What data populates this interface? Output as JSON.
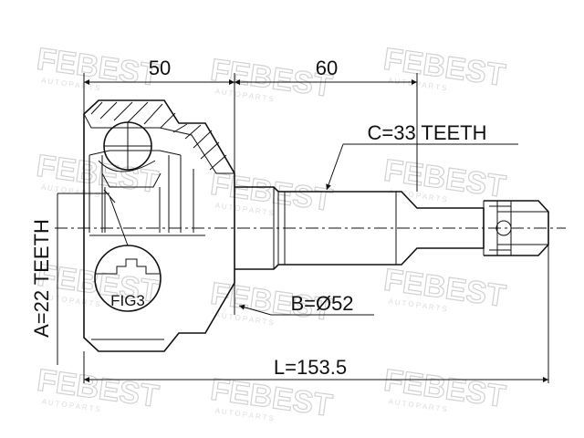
{
  "brand": {
    "watermark": "FEBEST",
    "watermark_sub": "A U T O   P A R T S"
  },
  "dimensions": {
    "dim_50": "50",
    "dim_60": "60",
    "length": "L=153.5",
    "diameter": "B=Ø52"
  },
  "teeth": {
    "outer_spline": "C=33 TEETH",
    "inner_spline": "A=22 TEETH"
  },
  "detail": {
    "fig_label": "FIG3"
  }
}
